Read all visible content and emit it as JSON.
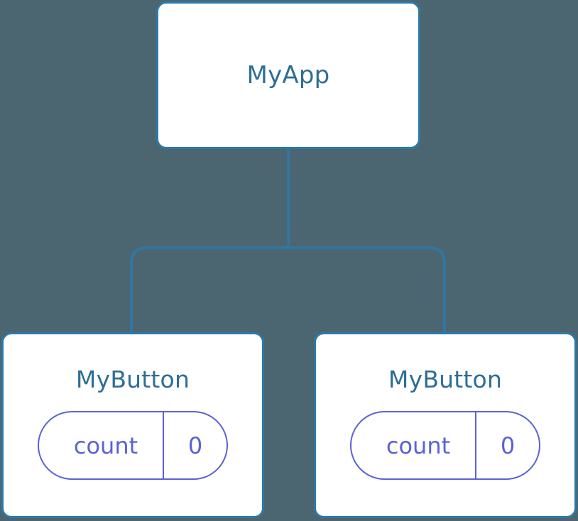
{
  "diagram": {
    "type": "component-tree",
    "background_color": "#4b6671",
    "node_border_color": "#2c79a8",
    "node_fill_color": "#ffffff",
    "node_label_color": "#2d6e96",
    "state_pill_color": "#5b62d6",
    "connector_color": "#2c79a8"
  },
  "root": {
    "label": "MyApp"
  },
  "children": [
    {
      "label": "MyButton",
      "state": {
        "key": "count",
        "value": "0"
      }
    },
    {
      "label": "MyButton",
      "state": {
        "key": "count",
        "value": "0"
      }
    }
  ]
}
